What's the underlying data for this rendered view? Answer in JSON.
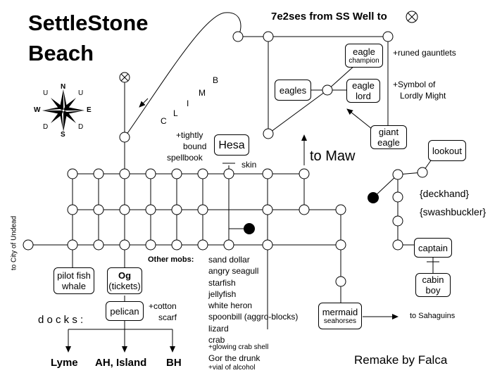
{
  "title": {
    "line1": "SettleStone",
    "line2": "Beach"
  },
  "header": {
    "route": "7e2ses from SS Well to"
  },
  "compass": {
    "n": "N",
    "s": "S",
    "e": "E",
    "w": "W",
    "u1": "U",
    "u2": "U",
    "d1": "D",
    "d2": "D"
  },
  "labels": {
    "climb_letters": [
      "C",
      "L",
      "I",
      "M",
      "B"
    ],
    "to_maw": "to Maw",
    "to_undead": "to City of Undead",
    "to_sahaguins": "to Sahaguins",
    "docks": "d o c k s :",
    "lyme": "Lyme",
    "ah_island": "AH, Island",
    "bh": "BH",
    "skin": "skin",
    "credit": "Remake by Falca"
  },
  "boxes": {
    "eagle_champion": {
      "l1": "eagle",
      "l2": "champion"
    },
    "eagles": "eagles",
    "eagle_lord": {
      "l1": "eagle",
      "l2": "lord"
    },
    "giant_eagle": {
      "l1": "giant",
      "l2": "eagle"
    },
    "hesa": "Hesa",
    "lookout": "lookout",
    "captain": "captain",
    "cabin_boy": {
      "l1": "cabin",
      "l2": "boy"
    },
    "pilot_fish": {
      "l1": "pilot fish",
      "l2": "whale"
    },
    "og": {
      "l1": "Og",
      "l2": "(tickets)"
    },
    "pelican": "pelican",
    "mermaid": {
      "l1": "mermaid",
      "l2": "seahorses"
    }
  },
  "drops": {
    "gauntlets": "+runed gauntlets",
    "symbol": {
      "l1": "+Symbol of",
      "l2": "Lordly Might"
    },
    "spellbook": {
      "l1": "+tightly",
      "l2": "bound",
      "l3": "spellbook"
    },
    "cotton": {
      "l1": "+cotton",
      "l2": "scarf"
    }
  },
  "captain_mobs": {
    "deckhand": "{deckhand}",
    "swashbuckler": "{swashbuckler}"
  },
  "other_mobs": {
    "heading": "Other mobs:",
    "list": [
      "sand dollar",
      "angry seagull",
      "starfish",
      "jellyfish",
      "white heron",
      "spoonbill (aggro-blocks)",
      "lizard",
      "crab"
    ],
    "crab_drop": "+glowing crab shell",
    "gor": "Gor the drunk",
    "gor_drop": "+vial of alcohol"
  }
}
